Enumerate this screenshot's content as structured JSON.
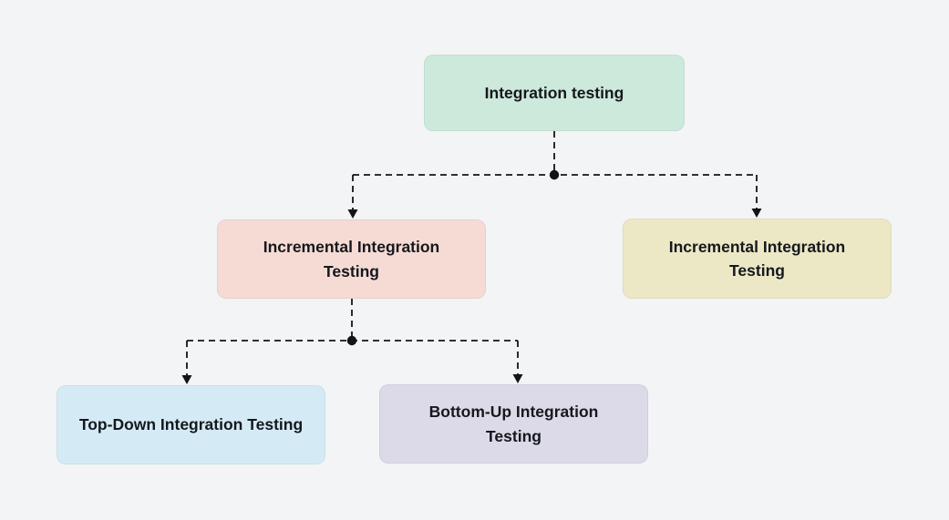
{
  "diagram": {
    "background": "#f2f4f6",
    "connector": {
      "color": "#141414",
      "style": "dashed"
    },
    "nodes": {
      "root": {
        "label": "Integration testing",
        "color": "#cde9dc"
      },
      "incremental_left": {
        "label": "Incremental Integration Testing",
        "color": "#f6dbd5"
      },
      "incremental_right": {
        "label": "Incremental Integration Testing",
        "color": "#ece8c6"
      },
      "top_down": {
        "label": "Top-Down Integration Testing",
        "color": "#d4ebf6"
      },
      "bottom_up": {
        "label": "Bottom-Up Integration Testing",
        "color": "#dcdae8"
      }
    }
  }
}
